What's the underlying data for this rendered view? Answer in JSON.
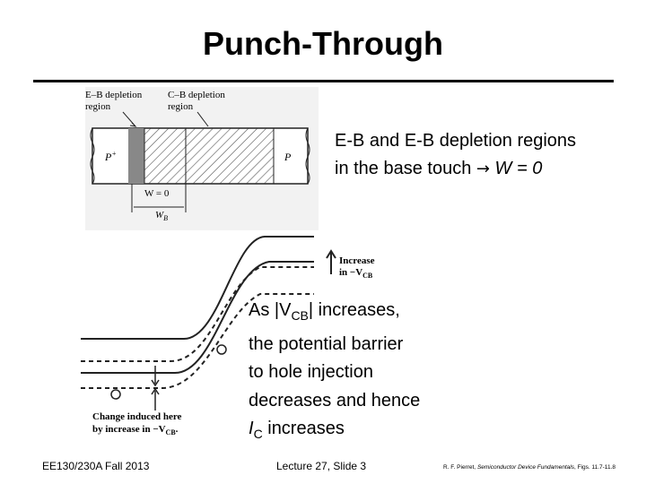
{
  "slide": {
    "title": "Punch-Through"
  },
  "figure_top": {
    "label_eb": "E–B depletion",
    "label_eb2": "region",
    "label_cb": "C–B depletion",
    "label_cb2": "region",
    "label_pplus": "P",
    "label_pplus_sup": "+",
    "label_p": "P",
    "label_w": "W = 0",
    "label_wb": "W",
    "label_wb_sub": "B"
  },
  "figure_bottom": {
    "increase_label": "Increase",
    "increase_label2": "in −V",
    "increase_sub": "CB",
    "change_label": "Change induced here",
    "change_label2": "by increase in −V",
    "change_sub": "CB",
    "change_suffix": "."
  },
  "text1": {
    "line1": "E-B and E-B depletion regions",
    "line2_a": "in the base touch ",
    "arrow": "→",
    "line2_b": " W = 0"
  },
  "text2": {
    "l1_a": "As |V",
    "l1_sub": "CB",
    "l1_b": "| increases,",
    "l2": "the potential barrier",
    "l3": "to hole injection",
    "l4": "decreases and hence",
    "l5_a": "I",
    "l5_sub": "C",
    "l5_b": " increases"
  },
  "footer": {
    "left": "EE130/230A Fall 2013",
    "middle": "Lecture 27, Slide 3",
    "right_a": "R. F. Pierret, ",
    "right_italic": "Semiconductor Device Fundamentals",
    "right_b": ", Figs. 11.7-11.8"
  }
}
